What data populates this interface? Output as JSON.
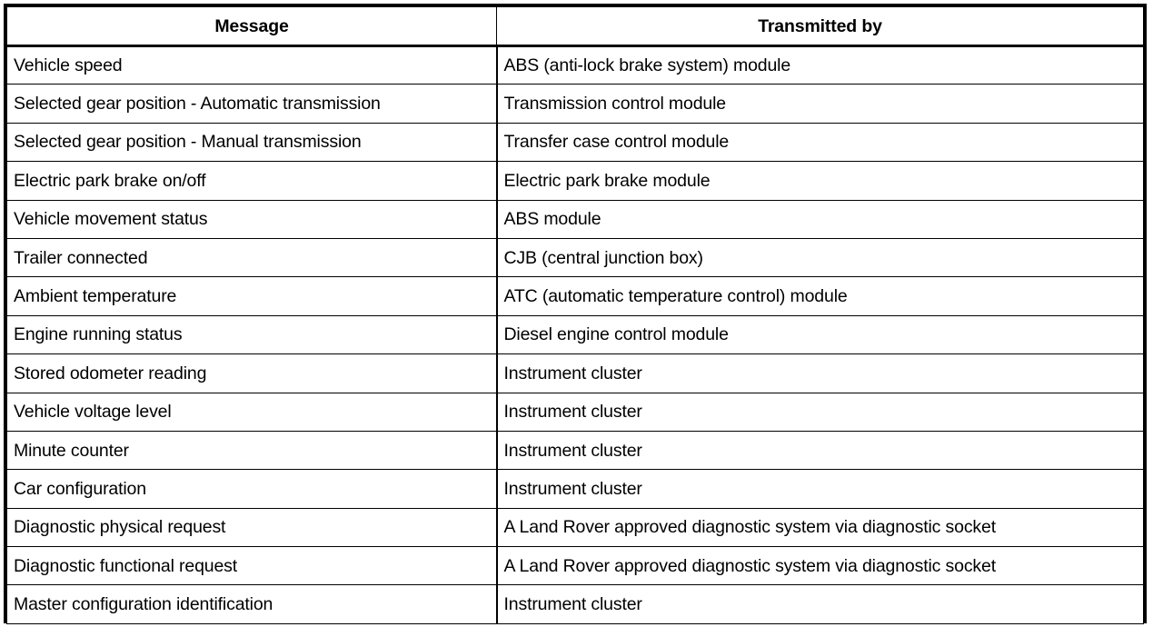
{
  "table": {
    "headers": {
      "message": "Message",
      "transmitted_by": "Transmitted by"
    },
    "rows": [
      {
        "message": "Vehicle speed",
        "transmitted_by": "ABS (anti-lock brake system) module"
      },
      {
        "message": "Selected gear position - Automatic transmission",
        "transmitted_by": "Transmission control module"
      },
      {
        "message": "Selected gear position - Manual transmission",
        "transmitted_by": "Transfer case control module"
      },
      {
        "message": "Electric park brake on/off",
        "transmitted_by": "Electric park brake module"
      },
      {
        "message": "Vehicle movement status",
        "transmitted_by": "ABS module"
      },
      {
        "message": "Trailer connected",
        "transmitted_by": "CJB (central junction box)"
      },
      {
        "message": "Ambient temperature",
        "transmitted_by": "ATC (automatic temperature control) module"
      },
      {
        "message": "Engine running status",
        "transmitted_by": "Diesel engine control module"
      },
      {
        "message": "Stored odometer reading",
        "transmitted_by": "Instrument cluster"
      },
      {
        "message": "Vehicle voltage level",
        "transmitted_by": "Instrument cluster"
      },
      {
        "message": "Minute counter",
        "transmitted_by": "Instrument cluster"
      },
      {
        "message": "Car configuration",
        "transmitted_by": "Instrument cluster"
      },
      {
        "message": "Diagnostic physical request",
        "transmitted_by": "A Land Rover approved diagnostic system via diagnostic socket"
      },
      {
        "message": "Diagnostic functional request",
        "transmitted_by": "A Land Rover approved diagnostic system via diagnostic socket"
      },
      {
        "message": "Master configuration identification",
        "transmitted_by": "Instrument cluster"
      }
    ]
  },
  "colors": {
    "border": "#000000",
    "text": "#000000",
    "background": "#ffffff"
  }
}
